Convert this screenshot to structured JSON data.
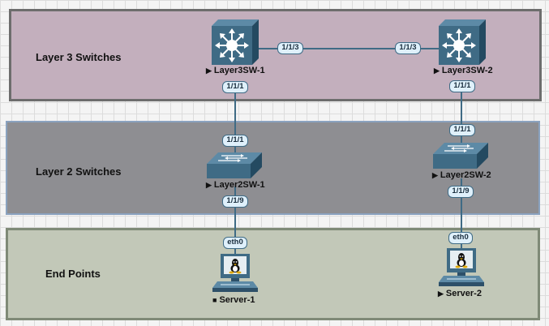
{
  "zones": {
    "layer3": "Layer 3 Switches",
    "layer2": "Layer 2 Switches",
    "endpoints": "End Points"
  },
  "devices": {
    "l3sw1": {
      "name": "Layer3SW-1",
      "marker": "▶"
    },
    "l3sw2": {
      "name": "Layer3SW-2",
      "marker": "▶"
    },
    "l2sw1": {
      "name": "Layer2SW-1",
      "marker": "▶"
    },
    "l2sw2": {
      "name": "Layer2SW-2",
      "marker": "▶"
    },
    "srv1": {
      "name": "Server-1",
      "marker": "■"
    },
    "srv2": {
      "name": "Server-2",
      "marker": "▶"
    }
  },
  "ports": {
    "l3sw1_to_l3sw2": "1/1/3",
    "l3sw2_to_l3sw1": "1/1/3",
    "l3sw1_down": "1/1/1",
    "l3sw2_down": "1/1/1",
    "l2sw1_up": "1/1/1",
    "l2sw2_up": "1/1/1",
    "l2sw1_down": "1/1/9",
    "l2sw2_down": "1/1/9",
    "srv1_eth": "eth0",
    "srv2_eth": "eth0"
  },
  "colors": {
    "layer3_zone": "#c3afbd",
    "layer2_zone": "#8e8e92",
    "endpoint_zone": "#c2c8b8",
    "device": "#3f6b85",
    "link": "#3f6b85"
  }
}
